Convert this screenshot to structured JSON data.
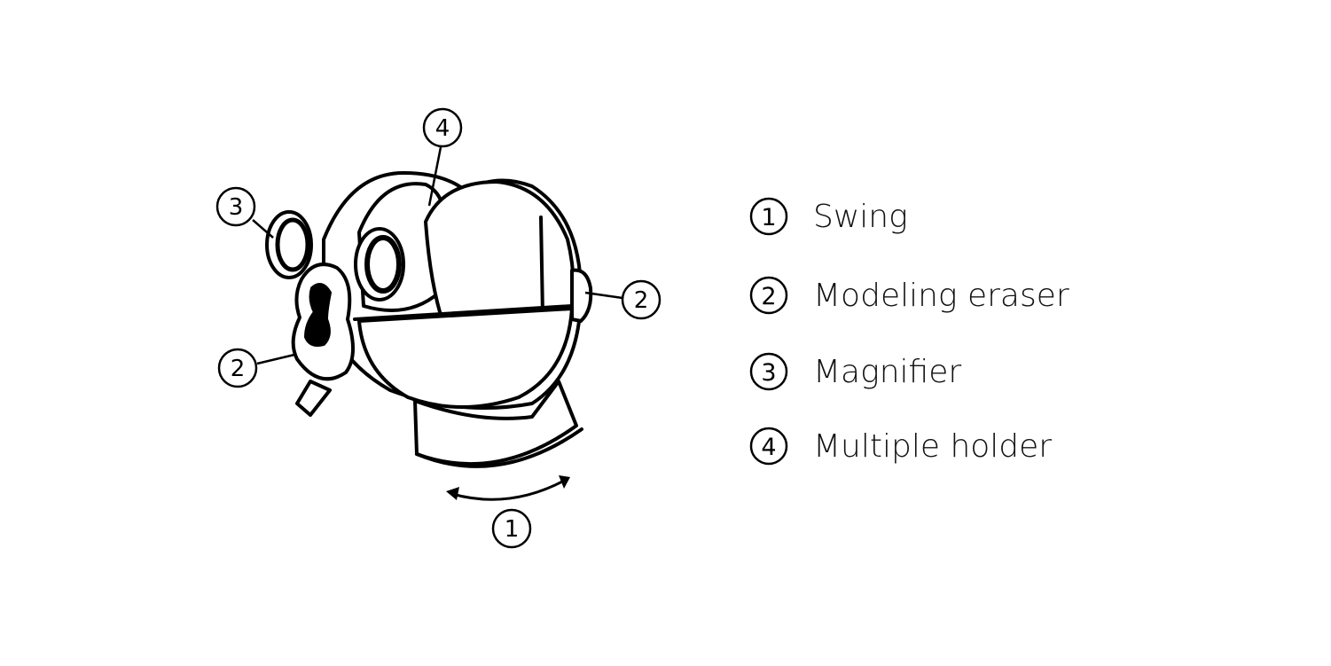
{
  "callouts": {
    "top": "4",
    "left_upper": "3",
    "left_lower": "2",
    "right": "2",
    "bottom": "1"
  },
  "legend": {
    "items": [
      {
        "num": "1",
        "label": "Swing"
      },
      {
        "num": "2",
        "label": "Modeling eraser"
      },
      {
        "num": "3",
        "label": "Magnifier"
      },
      {
        "num": "4",
        "label": "Multiple holder"
      }
    ]
  },
  "colors": {
    "line": "#000000",
    "background": "#ffffff"
  }
}
